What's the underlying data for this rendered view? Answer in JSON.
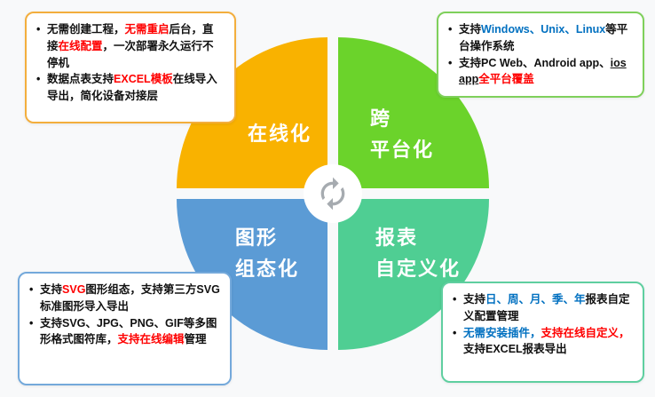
{
  "page": {
    "background": "#f8f9fa"
  },
  "wheel": {
    "center_icon": "sync-cycle-icon",
    "center_icon_color": "#a6abb0",
    "quadrants": {
      "online": {
        "color": "#f9b200",
        "lines": [
          "在线化"
        ]
      },
      "cross_platform": {
        "color": "#6bd32b",
        "lines": [
          "跨",
          "平台化"
        ]
      },
      "graphic_config": {
        "color": "#5b9bd5",
        "lines": [
          "图形",
          "组态化"
        ]
      },
      "report_custom": {
        "color": "#4fce93",
        "lines": [
          "报表",
          "自定义化"
        ]
      }
    }
  },
  "callouts": {
    "online": {
      "border": "#f3ae3d",
      "bullets": [
        [
          {
            "t": "无需创建工程，"
          },
          {
            "t": "无需重启",
            "c": "#ff0000",
            "b": true
          },
          {
            "t": "后台，直接"
          },
          {
            "t": "在线配置",
            "c": "#ff0000",
            "b": true
          },
          {
            "t": "，一次部署永久运行不停机"
          }
        ],
        [
          {
            "t": "数据点表支持"
          },
          {
            "t": "EXCEL模板",
            "c": "#ff0000",
            "b": true
          },
          {
            "t": "在线导入导出，简化设备对接层"
          }
        ]
      ]
    },
    "cross_platform": {
      "border": "#7fd05b",
      "bullets": [
        [
          {
            "t": "支持"
          },
          {
            "t": "Windows、Unix、Linux",
            "c": "#0070c0",
            "b": true
          },
          {
            "t": "等平台操作系统"
          }
        ],
        [
          {
            "t": "支持PC Web、Android app、"
          },
          {
            "t": "ios app",
            "u": true
          },
          {
            "t": "全平台覆盖",
            "c": "#ff0000",
            "b": true
          }
        ]
      ]
    },
    "graphic_config": {
      "border": "#74a9db",
      "bullets": [
        [
          {
            "t": "支持"
          },
          {
            "t": "SVG",
            "c": "#ff0000",
            "b": true
          },
          {
            "t": "图形组态，支持第三方SVG标准图形导入导出"
          }
        ],
        [
          {
            "t": "支持SVG、JPG、PNG、GIF等多图形格式图符库，"
          },
          {
            "t": "支持在线编辑",
            "c": "#ff0000",
            "b": true
          },
          {
            "t": "管理"
          }
        ]
      ]
    },
    "report_custom": {
      "border": "#5fcfa0",
      "bullets": [
        [
          {
            "t": "支持"
          },
          {
            "t": "日、周、月、季、年",
            "c": "#0070c0",
            "b": true
          },
          {
            "t": "报表自定义配置管理"
          }
        ],
        [
          {
            "t": "无需安装插件，",
            "c": "#0070c0",
            "b": true
          },
          {
            "t": "支持在线自定义，",
            "c": "#ff0000",
            "b": true
          },
          {
            "t": "支持EXCEL报表导出"
          }
        ]
      ]
    }
  }
}
